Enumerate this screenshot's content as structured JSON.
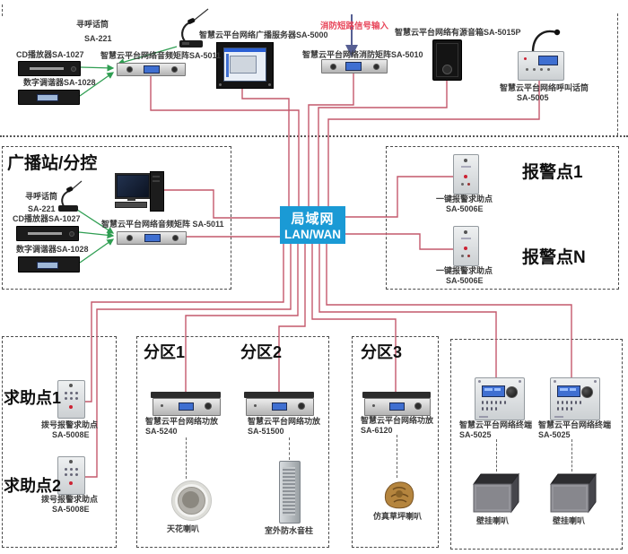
{
  "lan": {
    "line1": "局域网",
    "line2": "LAN/WAN"
  },
  "fire_input_label": "消防短路信号输入",
  "top_devices": {
    "paging_mic_name": "寻呼话筒",
    "paging_mic_model": "SA-221",
    "cd_player": "CD播放器SA-1027",
    "tuner": "数字调谐器SA-1028",
    "audio_matrix": "智慧云平台网络音频矩阵SA-5011",
    "broadcast_server": "智慧云平台网络广播服务器SA-5000",
    "fire_matrix": "智慧云平台网络消防矩阵SA-5010",
    "active_speaker": "智慧云平台网络有源音箱SA-5015P",
    "call_mic_name": "智慧云平台网络呼叫话筒",
    "call_mic_model": "SA-5005"
  },
  "substation": {
    "title": "广播站/分控",
    "paging_mic_name": "寻呼话筒",
    "paging_mic_model": "SA-221",
    "cd_player": "CD播放器SA-1027",
    "tuner": "数字调谐器SA-1028",
    "audio_matrix": "智慧云平台网络音频矩阵 SA-5011"
  },
  "alarm_box": {
    "point1_title": "报警点1",
    "pointN_title": "报警点N",
    "device_name": "一键报警求助点",
    "device_model": "SA-5006E"
  },
  "help_points": {
    "point1_title": "求助点1",
    "point2_title": "求助点2",
    "device_name": "拨号报警求助点",
    "device_model": "SA-5008E"
  },
  "zones": [
    {
      "title": "分区1",
      "amp_name": "智慧云平台网络功放",
      "amp_model": "SA-5240",
      "speaker": "天花喇叭"
    },
    {
      "title": "分区2",
      "amp_name": "智慧云平台网络功放",
      "amp_model": "SA-51500",
      "speaker": "室外防水音柱"
    },
    {
      "title": "分区3",
      "amp_name": "智慧云平台网络功放",
      "amp_model": "SA-6120",
      "speaker": "仿真草坪喇叭"
    }
  ],
  "terminal_box": {
    "terminal_name": "智慧云平台网络终端",
    "terminal_model": "SA-5025",
    "speaker": "壁挂喇叭"
  },
  "colors": {
    "wire": "#c4586c",
    "green_arrow": "#2f9e52",
    "lan_bg": "#1a9ad5",
    "fire_text": "#e8475b"
  }
}
